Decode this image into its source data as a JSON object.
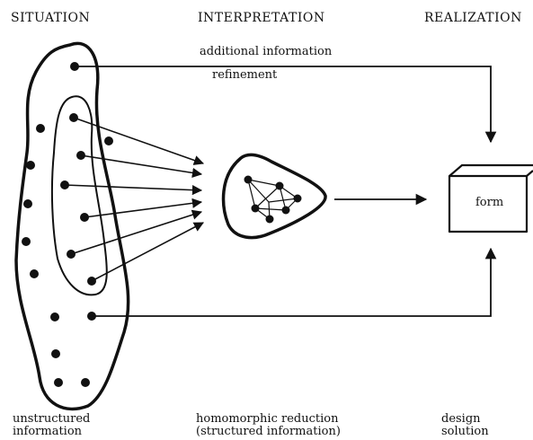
{
  "headings": {
    "situation": "SITUATION",
    "interpretation": "INTERPRETATION",
    "realization": "REALIZATION"
  },
  "notes": {
    "additional_information": "additional information",
    "refinement": "refinement"
  },
  "box": {
    "label": "form"
  },
  "captions": {
    "left": [
      "unstructured",
      "information"
    ],
    "middle": [
      "homomorphic reduction",
      "(structured information)"
    ],
    "right": [
      "design",
      "solution"
    ]
  }
}
